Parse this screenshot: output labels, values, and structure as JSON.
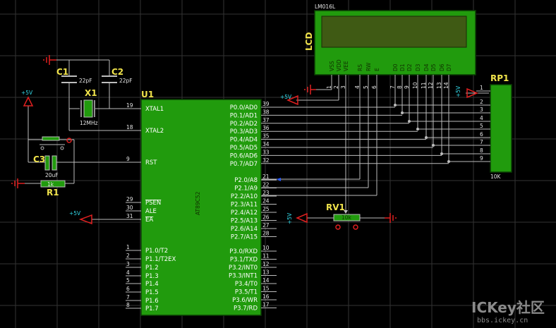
{
  "lcd": {
    "model": "LM016L",
    "label": "LCD",
    "pins": [
      "VSS",
      "VDD",
      "VEE",
      "RS",
      "RW",
      "E",
      "D0",
      "D1",
      "D2",
      "D3",
      "D4",
      "D5",
      "D6",
      "D7"
    ],
    "pin_numbers": [
      "1",
      "2",
      "3",
      "4",
      "5",
      "6",
      "7",
      "8",
      "9",
      "10",
      "11",
      "12",
      "13",
      "14"
    ]
  },
  "mcu": {
    "ref": "U1",
    "part": "AT89C52",
    "left_pins": [
      {
        "no": "19",
        "name": "XTAL1"
      },
      {
        "no": "18",
        "name": "XTAL2"
      },
      {
        "no": "9",
        "name": "RST"
      },
      {
        "no": "29",
        "name": "PSEN"
      },
      {
        "no": "30",
        "name": "ALE"
      },
      {
        "no": "31",
        "name": "EA"
      },
      {
        "no": "1",
        "name": "P1.0/T2"
      },
      {
        "no": "2",
        "name": "P1.1/T2EX"
      },
      {
        "no": "3",
        "name": "P1.2"
      },
      {
        "no": "4",
        "name": "P1.3"
      },
      {
        "no": "5",
        "name": "P1.4"
      },
      {
        "no": "6",
        "name": "P1.5"
      },
      {
        "no": "7",
        "name": "P1.6"
      },
      {
        "no": "8",
        "name": "P1.7"
      }
    ],
    "right_pins": [
      {
        "no": "39",
        "name": "P0.0/AD0"
      },
      {
        "no": "38",
        "name": "P0.1/AD1"
      },
      {
        "no": "37",
        "name": "P0.2/AD2"
      },
      {
        "no": "36",
        "name": "P0.3/AD3"
      },
      {
        "no": "35",
        "name": "P0.4/AD4"
      },
      {
        "no": "34",
        "name": "P0.5/AD5"
      },
      {
        "no": "33",
        "name": "P0.6/AD6"
      },
      {
        "no": "32",
        "name": "P0.7/AD7"
      },
      {
        "no": "21",
        "name": "P2.0/A8"
      },
      {
        "no": "22",
        "name": "P2.1/A9"
      },
      {
        "no": "23",
        "name": "P2.2/A10"
      },
      {
        "no": "24",
        "name": "P2.3/A11"
      },
      {
        "no": "25",
        "name": "P2.4/A12"
      },
      {
        "no": "26",
        "name": "P2.5/A13"
      },
      {
        "no": "27",
        "name": "P2.6/A14"
      },
      {
        "no": "28",
        "name": "P2.7/A15"
      },
      {
        "no": "10",
        "name": "P3.0/RXD"
      },
      {
        "no": "11",
        "name": "P3.1/TXD"
      },
      {
        "no": "12",
        "name": "P3.2/INT0"
      },
      {
        "no": "13",
        "name": "P3.3/INT1"
      },
      {
        "no": "14",
        "name": "P3.4/T0"
      },
      {
        "no": "15",
        "name": "P3.5/T1"
      },
      {
        "no": "16",
        "name": "P3.6/WR"
      },
      {
        "no": "17",
        "name": "P3.7/RD"
      }
    ]
  },
  "components": {
    "c1": {
      "ref": "C1",
      "value": "22pF"
    },
    "c2": {
      "ref": "C2",
      "value": "22pF"
    },
    "c3": {
      "ref": "C3",
      "value": "20uF"
    },
    "x1": {
      "ref": "X1",
      "value": "12MHz"
    },
    "r1": {
      "ref": "R1",
      "value": "1k"
    },
    "rv1": {
      "ref": "RV1",
      "value": "10k"
    },
    "rp1": {
      "ref": "RP1",
      "value": "10K",
      "pins": [
        "1",
        "2",
        "3",
        "4",
        "5",
        "6",
        "7",
        "8",
        "9"
      ]
    }
  },
  "power": {
    "vcc_label": "+5V"
  },
  "watermark": {
    "title": "ICKey社区",
    "url": "bbs.ickey.cn"
  },
  "colors": {
    "background": "#000000",
    "grid": "#3a3a3a",
    "wire": "#bdbdbd",
    "component_fill": "#219b0d",
    "component_border": "#0a3f04",
    "ref_text": "#f0e34b",
    "power_arrow": "#e02020",
    "label_cyan": "#32d8e8"
  }
}
